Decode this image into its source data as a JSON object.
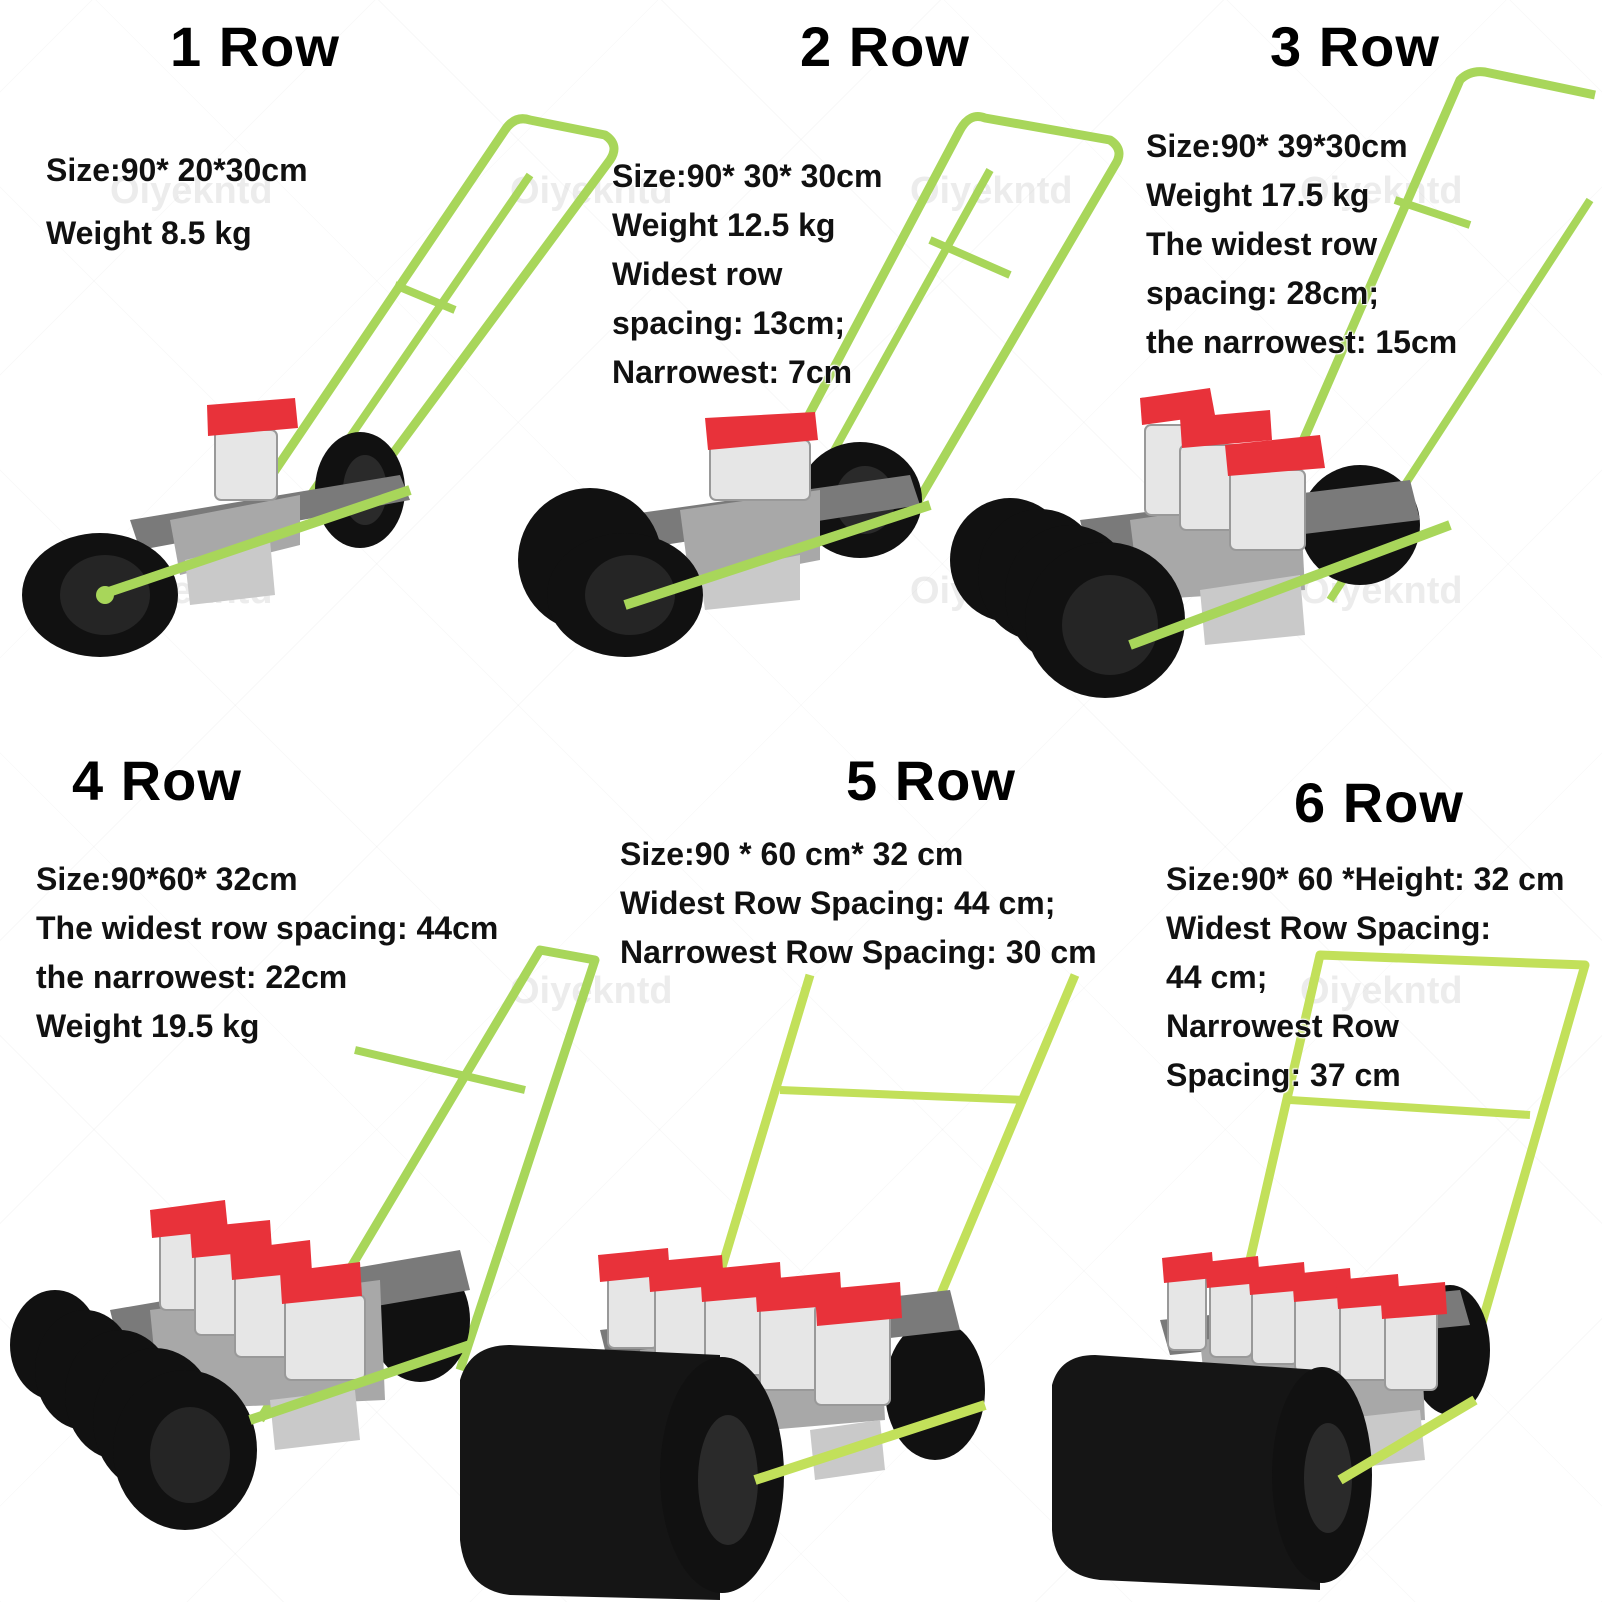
{
  "colors": {
    "frame": "#a8d65a",
    "frame_dark": "#7fb135",
    "hopper_lid": "#e8323a",
    "wheel": "#111111",
    "metal": "#bdbdbd"
  },
  "watermark": "Oiyekntd",
  "panels": [
    {
      "title": "1 Row",
      "specs": [
        "Size:90* 20*30cm",
        "Weight 8.5 kg"
      ]
    },
    {
      "title": "2 Row",
      "specs": [
        "Size:90* 30* 30cm",
        "Weight 12.5 kg",
        "Widest row",
        "spacing: 13cm;",
        "Narrowest: 7cm"
      ]
    },
    {
      "title": "3 Row",
      "specs": [
        "Size:90* 39*30cm",
        "Weight 17.5 kg",
        "The widest row",
        "spacing: 28cm;",
        "the narrowest: 15cm"
      ]
    },
    {
      "title": "4 Row",
      "specs": [
        "Size:90*60* 32cm",
        "The widest row spacing: 44cm",
        "the narrowest: 22cm",
        "Weight 19.5 kg"
      ]
    },
    {
      "title": "5 Row",
      "specs": [
        "Size:90 * 60 cm* 32 cm",
        "Widest Row Spacing: 44 cm;",
        "Narrowest Row Spacing: 30 cm"
      ]
    },
    {
      "title": "6 Row",
      "specs": [
        "Size:90* 60 *Height: 32 cm",
        "Widest Row Spacing:",
        "44 cm;",
        "Narrowest Row",
        "Spacing: 37 cm"
      ]
    }
  ]
}
